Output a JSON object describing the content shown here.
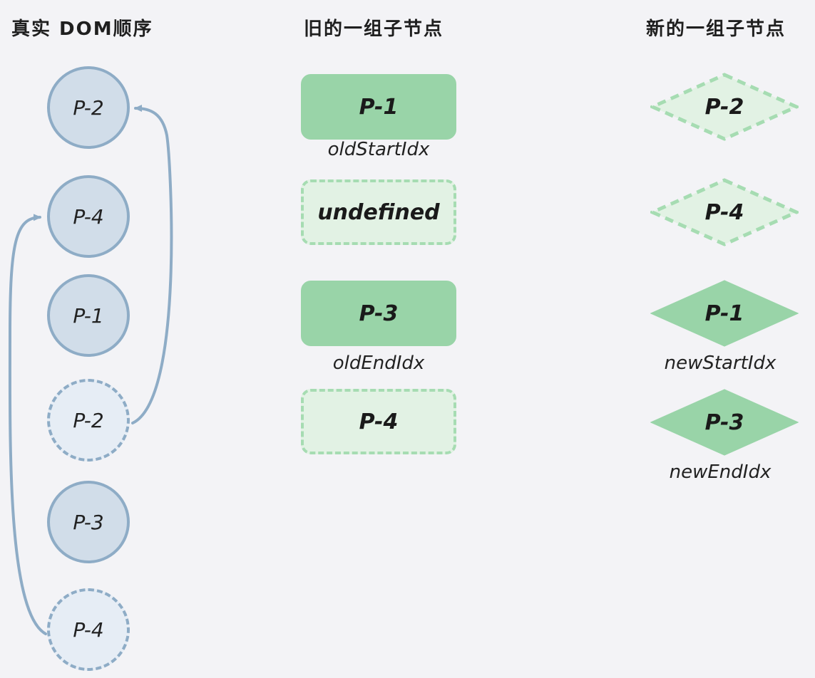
{
  "titles": {
    "real_dom": "真实 DOM顺序",
    "old_children": "旧的一组子节点",
    "new_children": "新的一组子节点"
  },
  "real_dom": [
    {
      "label": "P-2",
      "style": "solid"
    },
    {
      "label": "P-4",
      "style": "solid"
    },
    {
      "label": "P-1",
      "style": "solid"
    },
    {
      "label": "P-2",
      "style": "dashed"
    },
    {
      "label": "P-3",
      "style": "solid"
    },
    {
      "label": "P-4",
      "style": "dashed"
    }
  ],
  "old_children": [
    {
      "label": "P-1",
      "style": "solid"
    },
    {
      "label": "undefined",
      "style": "dashed"
    },
    {
      "label": "P-3",
      "style": "solid"
    },
    {
      "label": "P-4",
      "style": "dashed"
    }
  ],
  "new_children": [
    {
      "label": "P-2",
      "style": "dashed"
    },
    {
      "label": "P-4",
      "style": "dashed"
    },
    {
      "label": "P-1",
      "style": "solid"
    },
    {
      "label": "P-3",
      "style": "solid"
    }
  ],
  "pointers": {
    "old_start": "oldStartIdx",
    "old_end": "oldEndIdx",
    "new_start": "newStartIdx",
    "new_end": "newEndIdx"
  },
  "colors": {
    "background": "#f3f3f6",
    "circle_fill": "#d1dde9",
    "circle_stroke": "#8eacc6",
    "green_solid": "#99d4a8",
    "green_light": "#e2f2e4",
    "green_dash": "#a6dcb2",
    "arrow": "#8eacc6"
  }
}
